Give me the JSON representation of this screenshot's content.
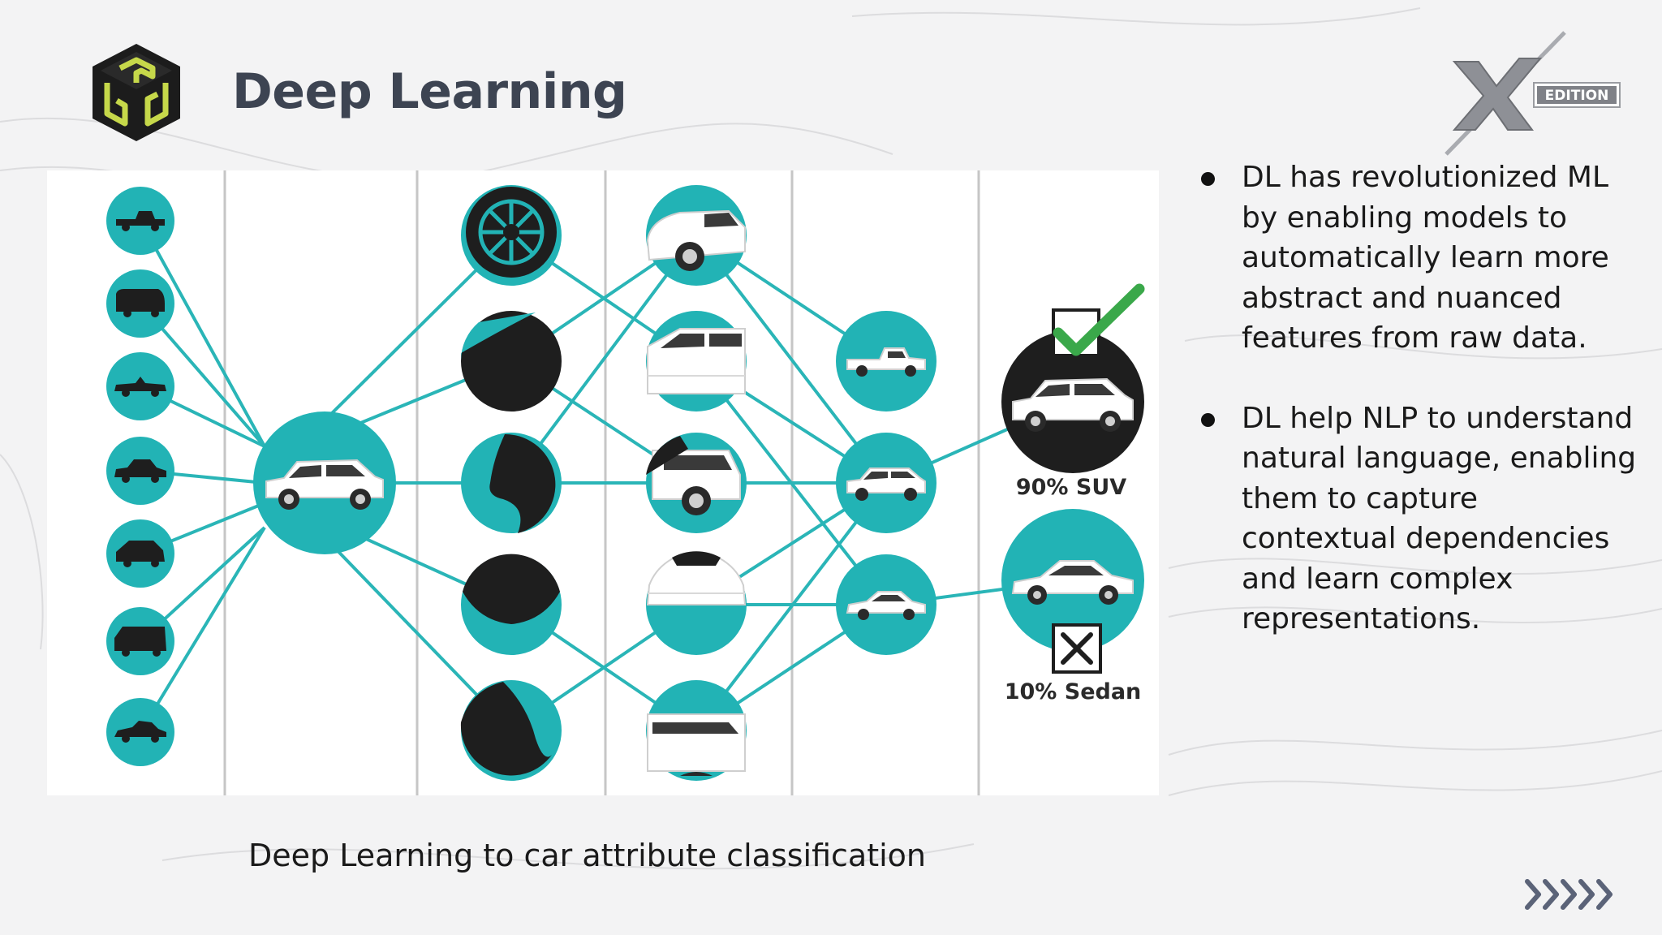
{
  "slide": {
    "title": "Deep Learning",
    "caption": "Deep Learning to car attribute classification"
  },
  "badge": {
    "text": "EDITION"
  },
  "bullets": [
    {
      "text": "DL has revolutionized ML by enabling models to automatically learn more abstract and nuanced features from raw data."
    },
    {
      "text": "DL help NLP to understand natural language, enabling them to capture contextual dependencies and learn complex representations."
    }
  ],
  "diagram": {
    "output_labels": {
      "suv": "90% SUV",
      "sedan": "10% Sedan"
    }
  },
  "colors": {
    "teal": "#22b3b5",
    "dark": "#1e1e1e",
    "title": "#3d4452",
    "chevron": "#5b6378"
  },
  "icons": [
    "logo-cube-icon",
    "x-edition-logo-icon",
    "checkmark-icon",
    "cross-icon",
    "next-chevrons-icon"
  ]
}
